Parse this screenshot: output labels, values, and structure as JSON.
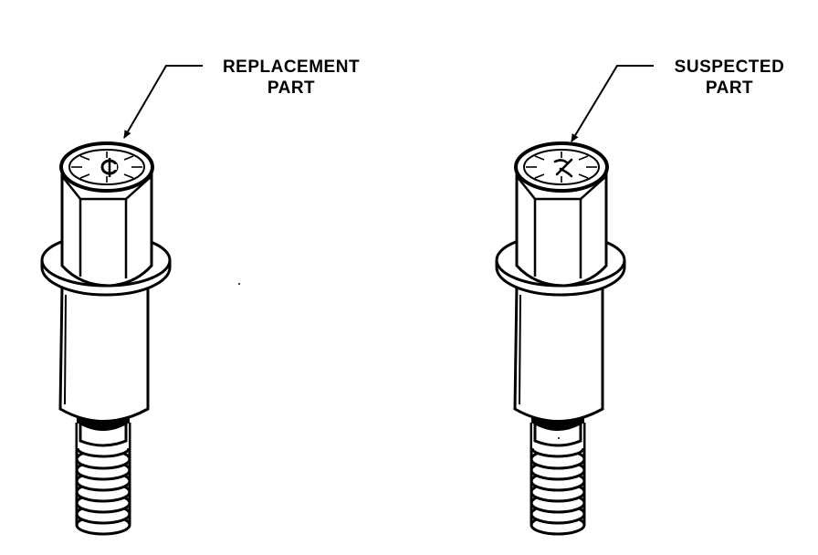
{
  "parts": [
    {
      "label_line1": "REPLACEMENT",
      "label_line2": "PART",
      "head_mark": "cent-sign-mark-icon"
    },
    {
      "label_line1": "SUSPECTED",
      "label_line2": "PART",
      "head_mark": "alpha-mark-icon"
    }
  ],
  "colors": {
    "ink": "#000000",
    "paper": "#ffffff"
  }
}
